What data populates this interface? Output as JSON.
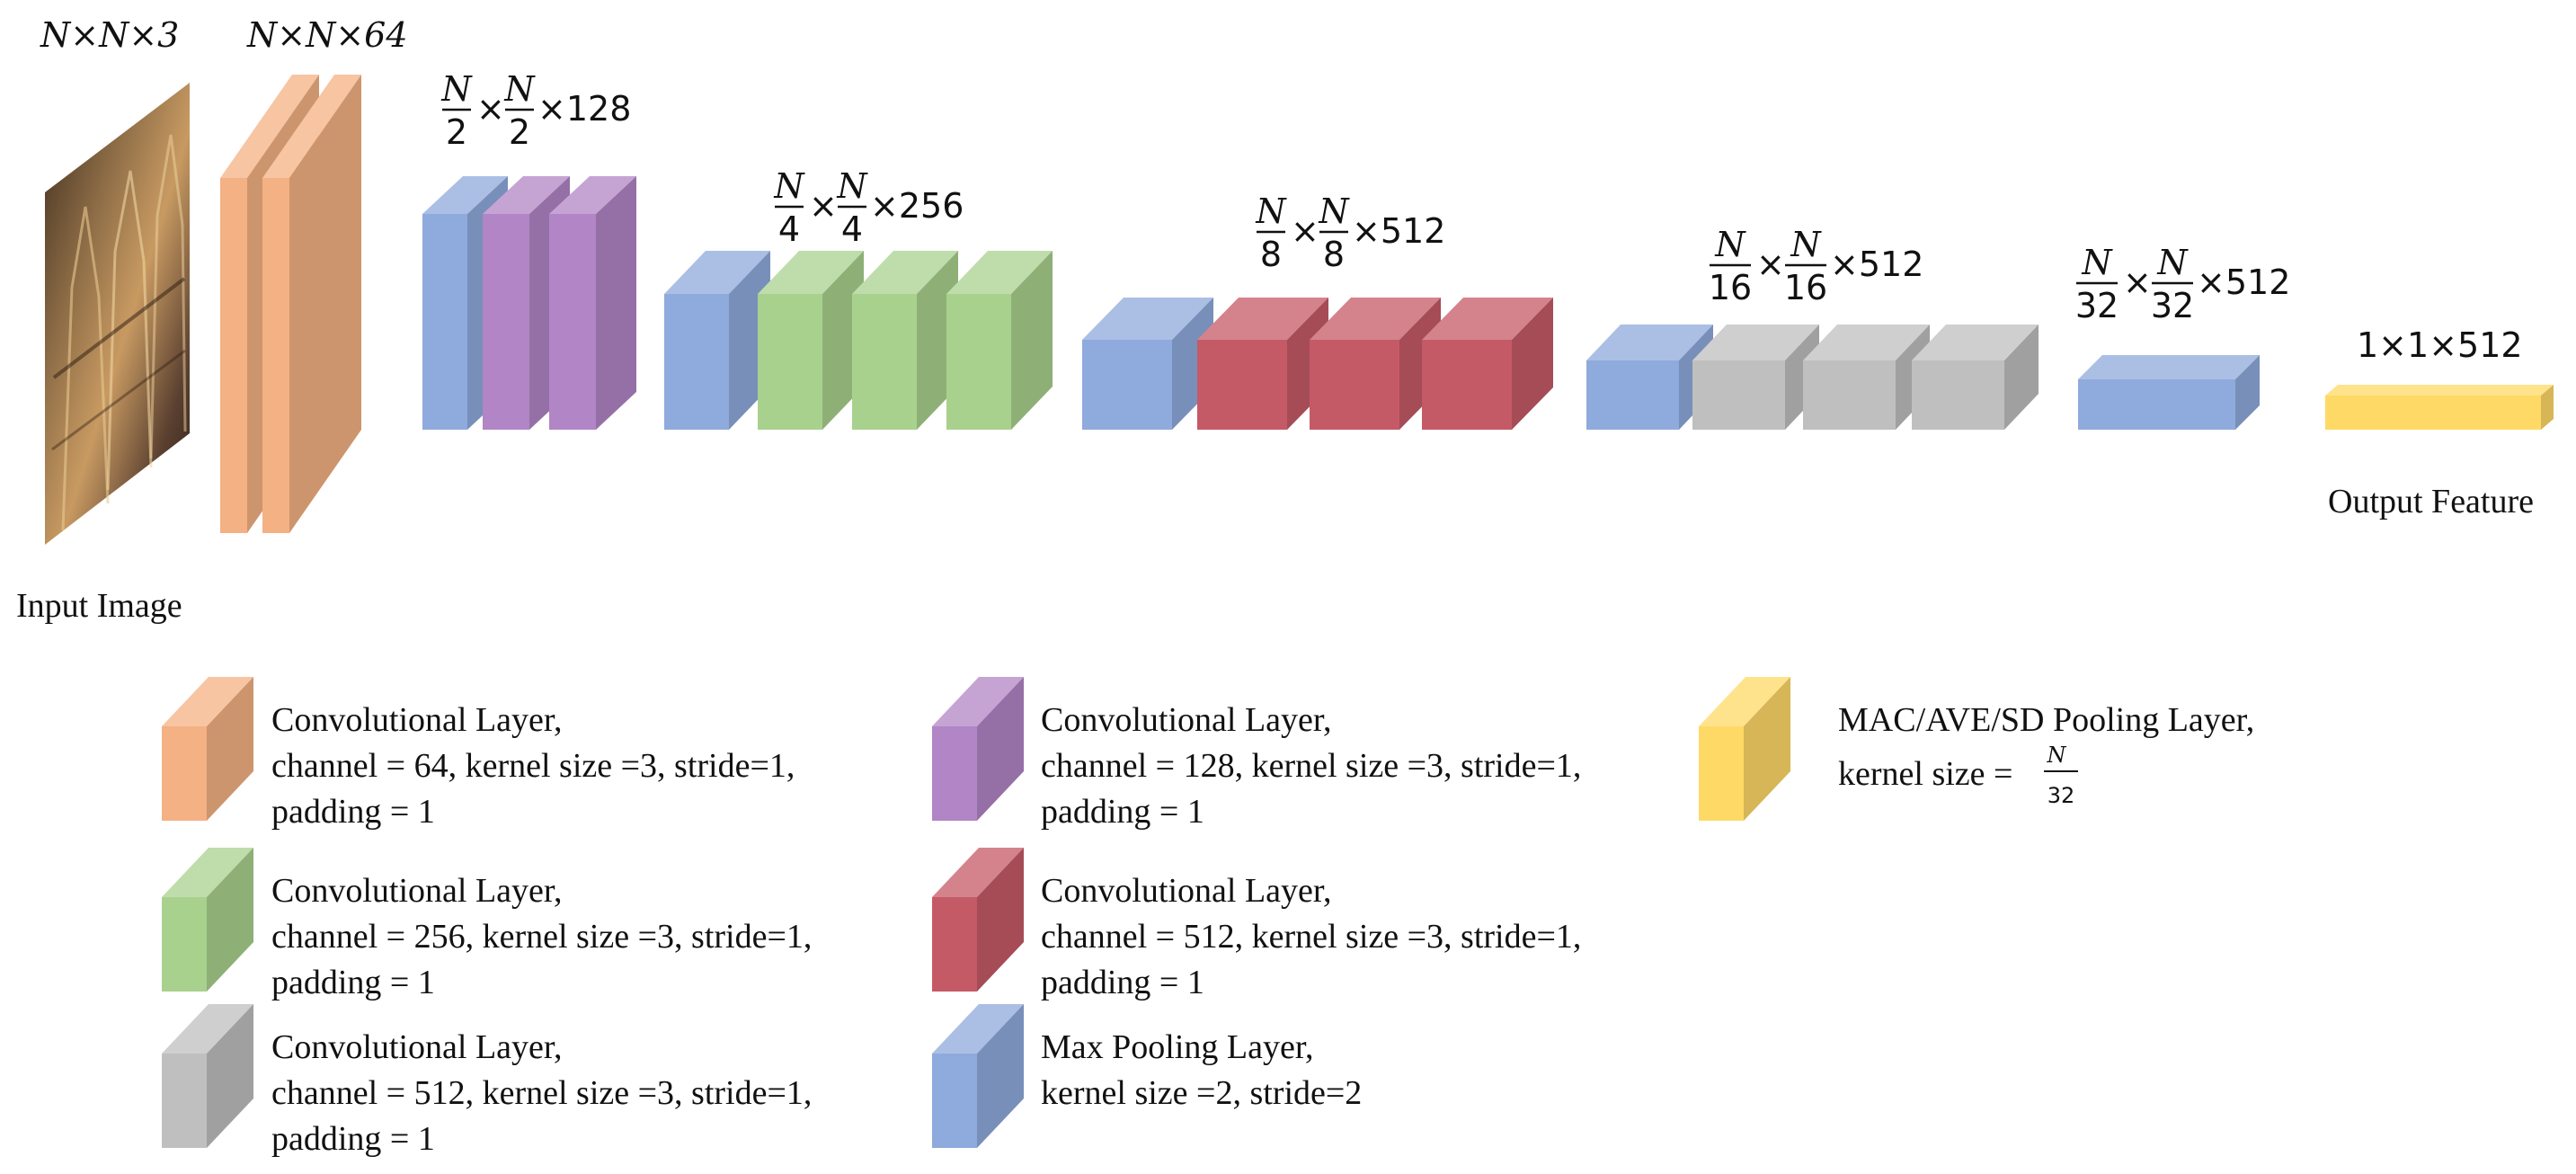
{
  "colors": {
    "conv64": "#f4b183",
    "conv128": "#b185c6",
    "conv256": "#a9d18e",
    "conv512red": "#c55a67",
    "conv512gray": "#bfbfbf",
    "maxpool": "#8faadc",
    "output_pool": "#ffd966"
  },
  "labels": {
    "input_dims": "N×N×3",
    "conv64_dims": "N×N×64",
    "stage2": {
      "num": "N",
      "den": "2",
      "suffix": "×128"
    },
    "stage3": {
      "num": "N",
      "den": "4",
      "suffix": "×256"
    },
    "stage4": {
      "num": "N",
      "den": "8",
      "suffix": "×512"
    },
    "stage5": {
      "num": "N",
      "den": "16",
      "suffix": "×512"
    },
    "stage6": {
      "num": "N",
      "den": "32",
      "suffix": "×512"
    },
    "output_dims": "1×1×512",
    "input_caption": "Input Image",
    "output_caption": "Output Feature"
  },
  "legend": {
    "conv64": [
      "Convolutional Layer,",
      "channel = 64, kernel size =3,  stride=1,",
      "padding = 1"
    ],
    "conv128": [
      "Convolutional Layer,",
      "channel = 128, kernel size =3,  stride=1,",
      "padding = 1"
    ],
    "pool_out": [
      "MAC/AVE/SD  Pooling Layer,",
      "kernel size ="
    ],
    "pool_out_frac": {
      "num": "N",
      "den": "32"
    },
    "conv256": [
      "Convolutional Layer,",
      "channel = 256, kernel size =3,  stride=1,",
      "padding = 1"
    ],
    "conv512red": [
      "Convolutional Layer,",
      "channel = 512, kernel size =3,  stride=1,",
      "padding = 1"
    ],
    "conv512gray": [
      "Convolutional Layer,",
      "channel = 512, kernel size =3,  stride=1,",
      "padding = 1"
    ],
    "maxpool": [
      "Max Pooling Layer,",
      "kernel size =2,  stride=2"
    ]
  }
}
